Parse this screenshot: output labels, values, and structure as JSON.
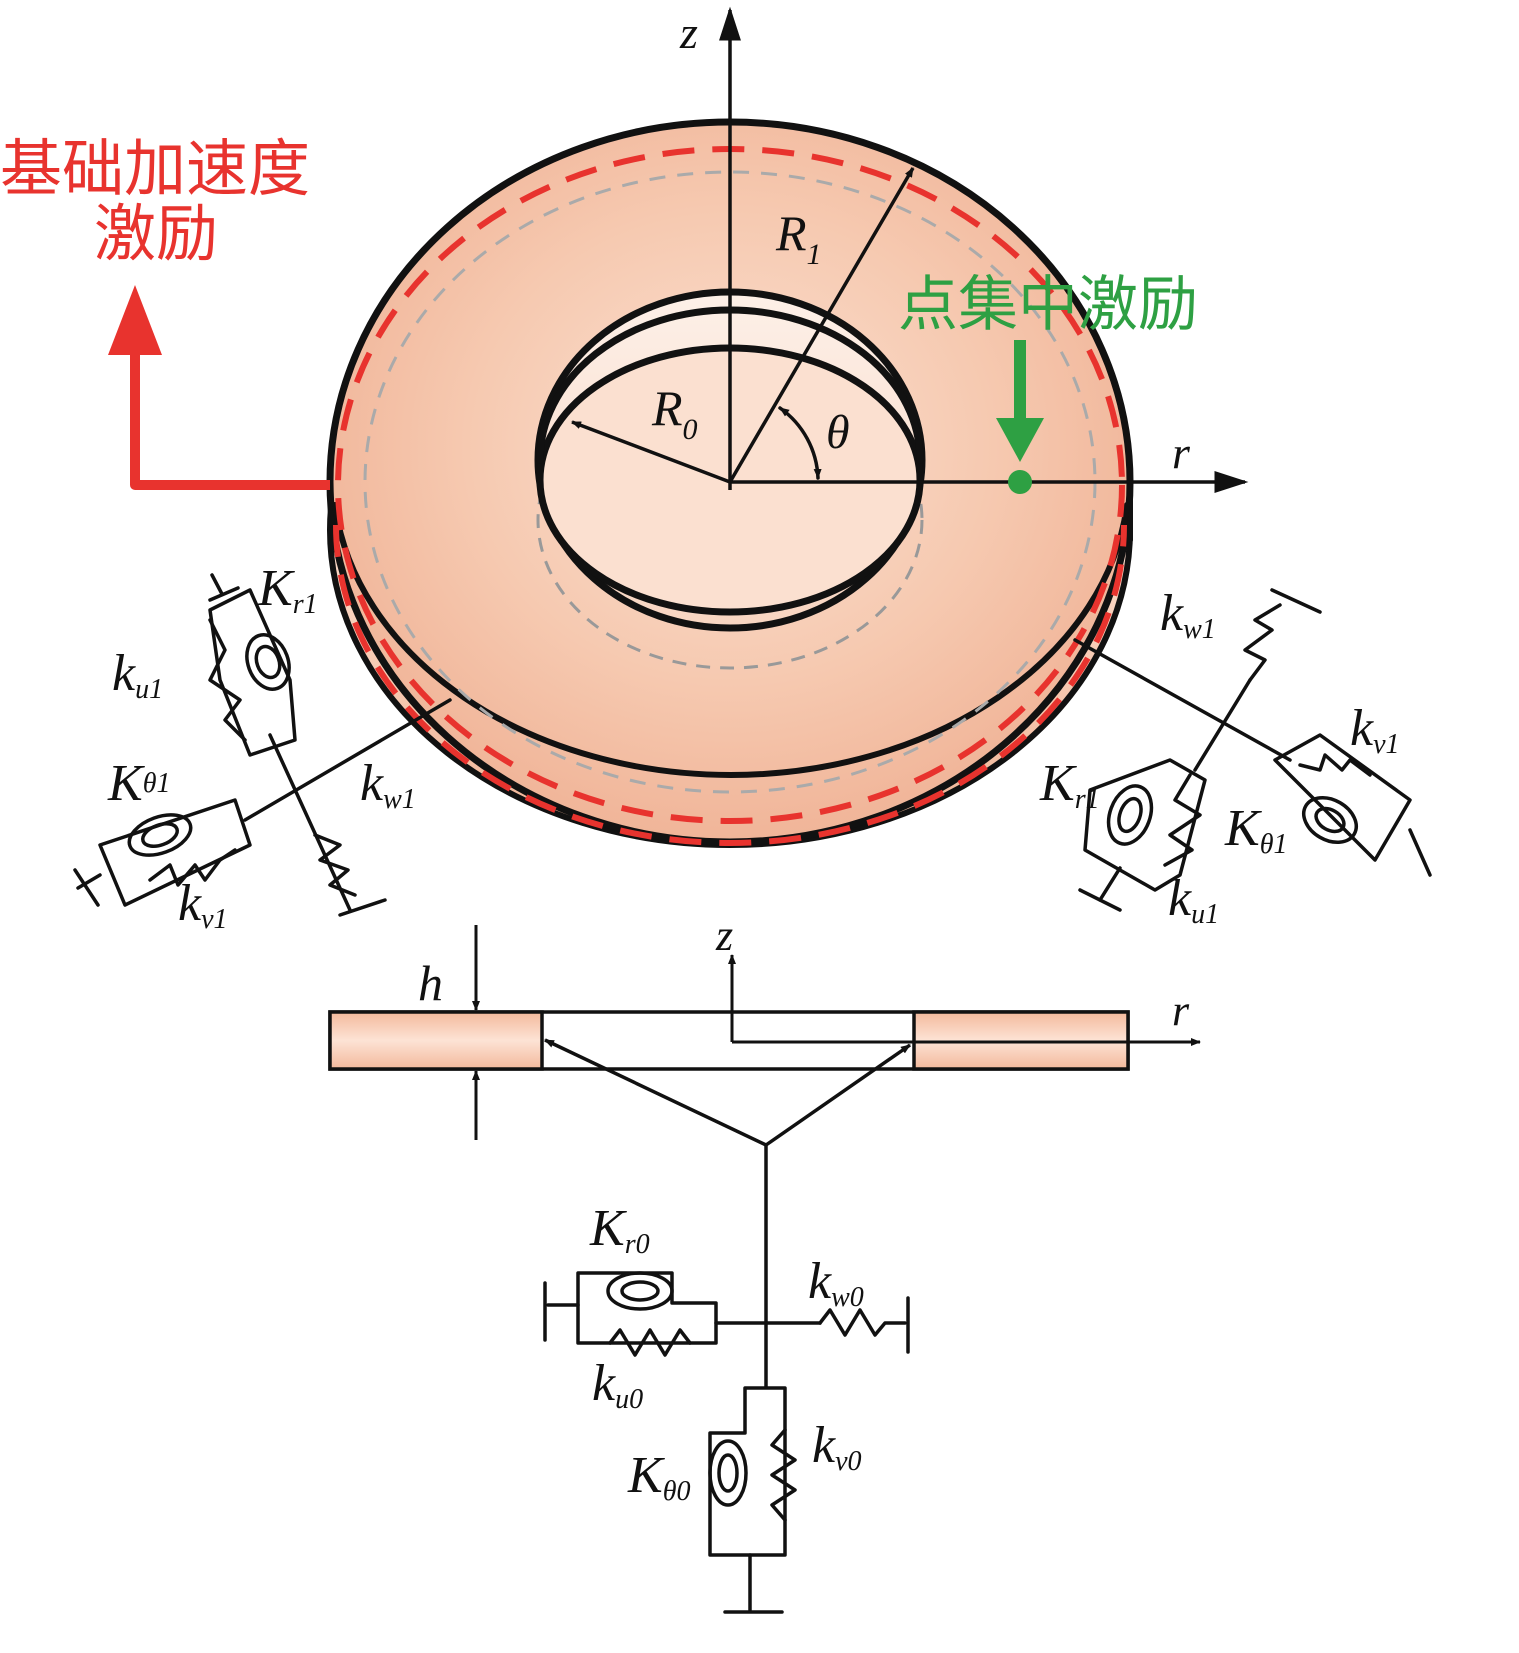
{
  "colors": {
    "disk_fill": "#f2b79a",
    "disk_light": "#fbe1d2",
    "base_excitation": "#e8332e",
    "point_excitation": "#2ea043",
    "outline": "#111111",
    "hidden_dash": "#a8a8a8"
  },
  "annotations": {
    "base_excitation_line1": "基础加速度",
    "base_excitation_line2": "激励",
    "point_excitation": "点集中激励"
  },
  "axes": {
    "top_z": "z",
    "top_r": "r",
    "theta": "θ",
    "section_z": "z",
    "section_r": "r"
  },
  "dimensions": {
    "R1": {
      "main": "R",
      "sub": "1"
    },
    "R0": {
      "main": "R",
      "sub": "0"
    },
    "h": "h"
  },
  "springs_left": {
    "k_u1": {
      "main": "k",
      "sub": "u1"
    },
    "K_r1": {
      "main": "K",
      "sub": "r1"
    },
    "K_theta1": {
      "main": "K",
      "sub": "θ1"
    },
    "k_v1": {
      "main": "k",
      "sub": "v1"
    },
    "k_w1": {
      "main": "k",
      "sub": "w1"
    }
  },
  "springs_right": {
    "k_w1": {
      "main": "k",
      "sub": "w1"
    },
    "k_v1": {
      "main": "k",
      "sub": "v1"
    },
    "K_r1": {
      "main": "K",
      "sub": "r1"
    },
    "K_theta1": {
      "main": "K",
      "sub": "θ1"
    },
    "k_u1": {
      "main": "k",
      "sub": "u1"
    }
  },
  "springs_inner": {
    "K_r0": {
      "main": "K",
      "sub": "r0"
    },
    "k_w0": {
      "main": "k",
      "sub": "w0"
    },
    "k_u0": {
      "main": "k",
      "sub": "u0"
    },
    "K_theta0": {
      "main": "K",
      "sub": "θ0"
    },
    "k_v0": {
      "main": "k",
      "sub": "v0"
    }
  }
}
